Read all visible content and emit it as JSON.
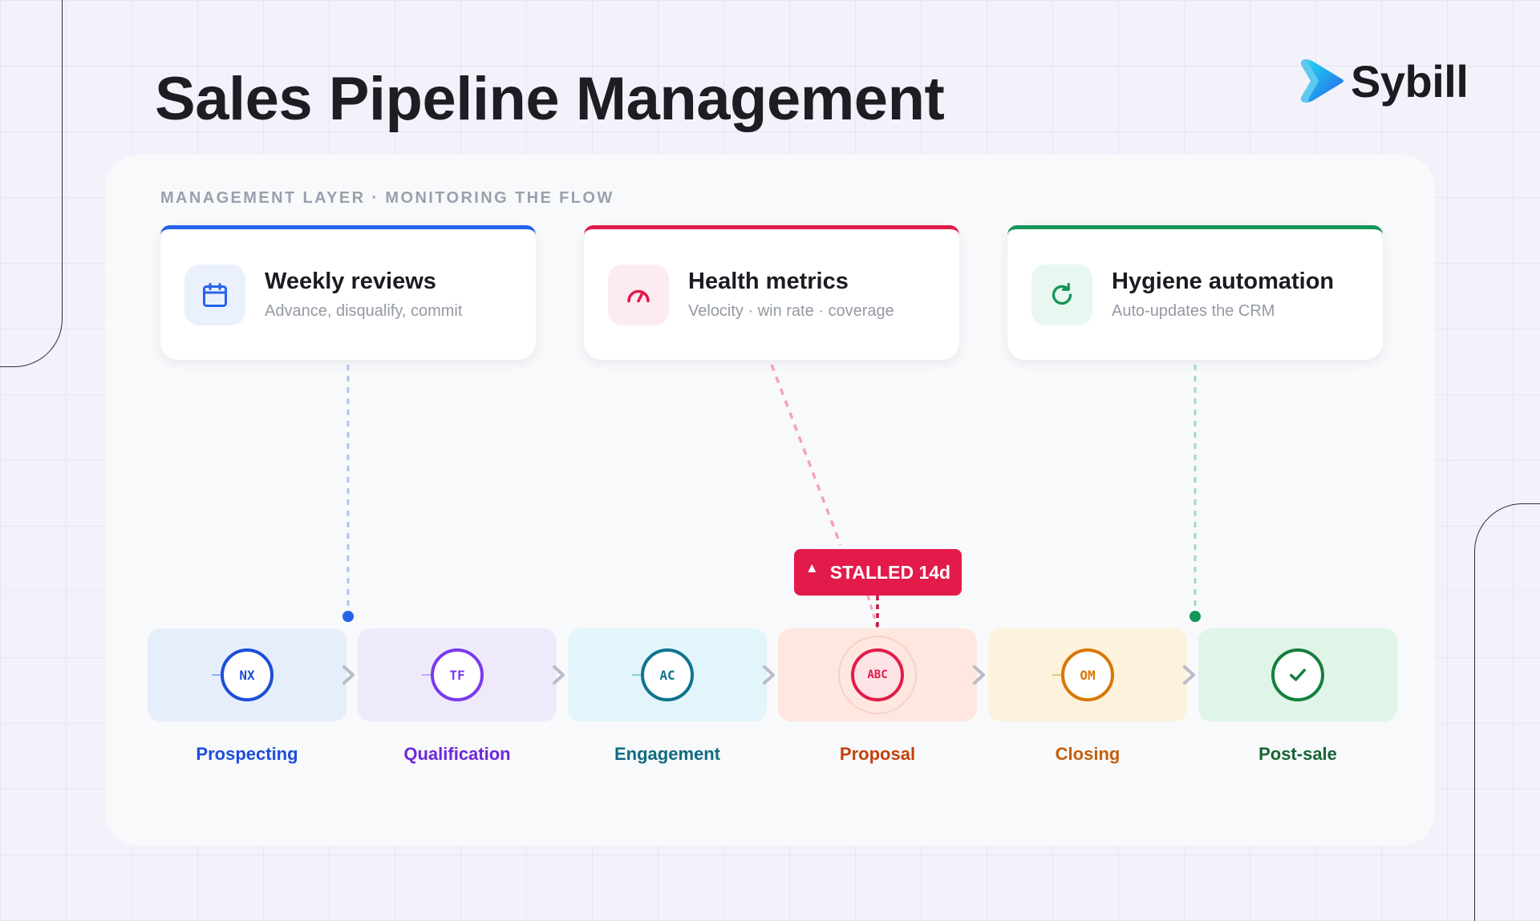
{
  "page": {
    "title": "Sales Pipeline Management"
  },
  "brand": {
    "name": "Sybill",
    "logo_icon": "play-logo-icon"
  },
  "layer_label": "MANAGEMENT LAYER · MONITORING THE FLOW",
  "cards": [
    {
      "title": "Weekly reviews",
      "subtitle": "Advance, disqualify, commit",
      "icon": "calendar-icon",
      "accent": "#2563eb"
    },
    {
      "title": "Health metrics",
      "subtitle": "Velocity · win rate · coverage",
      "icon": "speedometer-icon",
      "accent": "#e31b4a"
    },
    {
      "title": "Hygiene automation",
      "subtitle": "Auto-updates the CRM",
      "icon": "refresh-icon",
      "accent": "#16955a"
    }
  ],
  "alert": {
    "label": "STALLED 14d",
    "icon": "warning-icon",
    "color": "#e31b4a"
  },
  "stages": [
    {
      "label": "Prospecting",
      "initials": "NX",
      "color": "#1d4ed8"
    },
    {
      "label": "Qualification",
      "initials": "TF",
      "color": "#7c3aed"
    },
    {
      "label": "Engagement",
      "initials": "AC",
      "color": "#0e7490"
    },
    {
      "label": "Proposal",
      "initials": "ABC",
      "color": "#e11d48"
    },
    {
      "label": "Closing",
      "initials": "OM",
      "color": "#d97706"
    },
    {
      "label": "Post-sale",
      "initials": "",
      "icon": "check-icon",
      "color": "#15803d"
    }
  ]
}
